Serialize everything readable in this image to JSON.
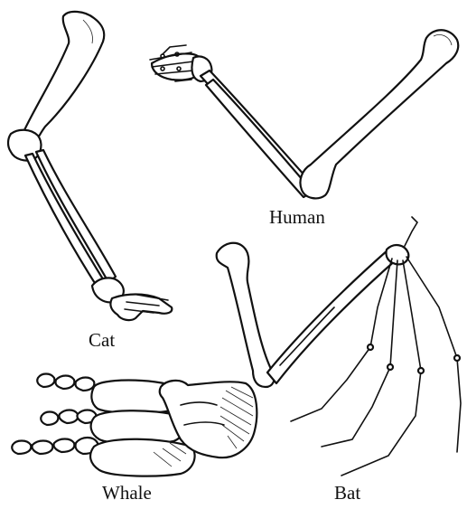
{
  "labels": {
    "cat": "Cat",
    "human": "Human",
    "whale": "Whale",
    "bat": "Bat"
  }
}
